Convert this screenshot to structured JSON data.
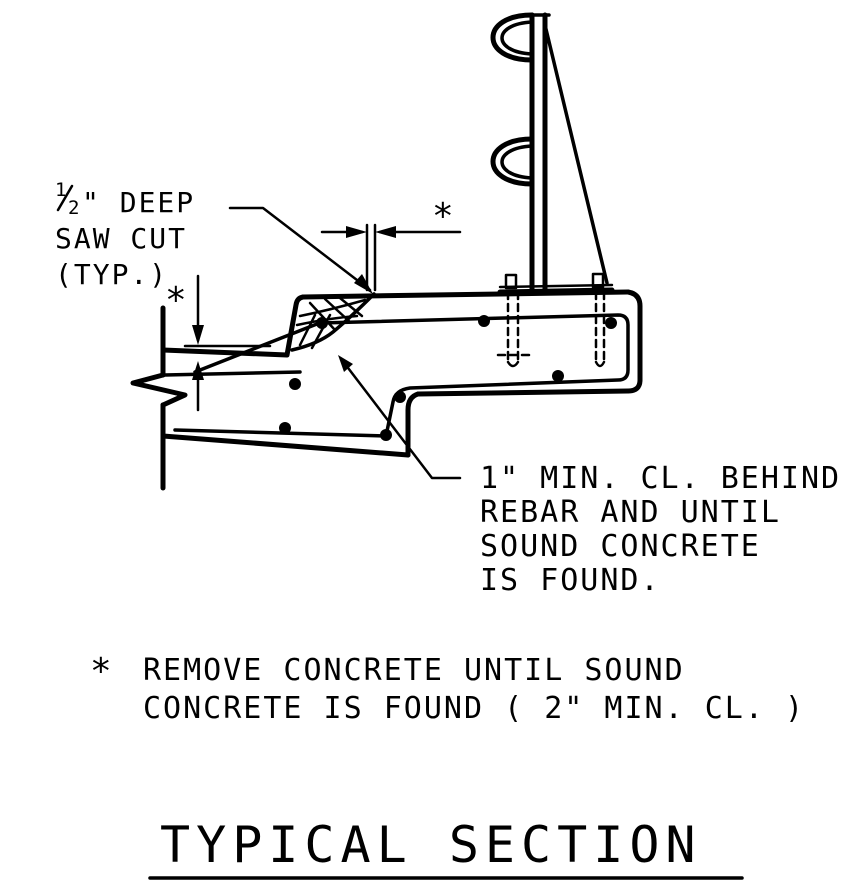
{
  "callouts": {
    "saw_cut": {
      "fraction_numerator": "1",
      "fraction_denominator": "2",
      "line1_rest": "\" DEEP",
      "line2": "SAW CUT",
      "line3": "(TYP.)"
    },
    "asterisk_top": "*",
    "asterisk_left": "*",
    "clearance_note": {
      "line1": "1\" MIN. CL. BEHIND",
      "line2": "REBAR AND UNTIL",
      "line3": "SOUND CONCRETE",
      "line4": "IS FOUND."
    }
  },
  "general_note": {
    "symbol": "*",
    "line1": "REMOVE CONCRETE UNTIL SOUND",
    "line2": "CONCRETE IS FOUND ( 2\" MIN. CL. )"
  },
  "title": "TYPICAL SECTION",
  "colors": {
    "ink": "#000000",
    "paper": "#ffffff"
  }
}
